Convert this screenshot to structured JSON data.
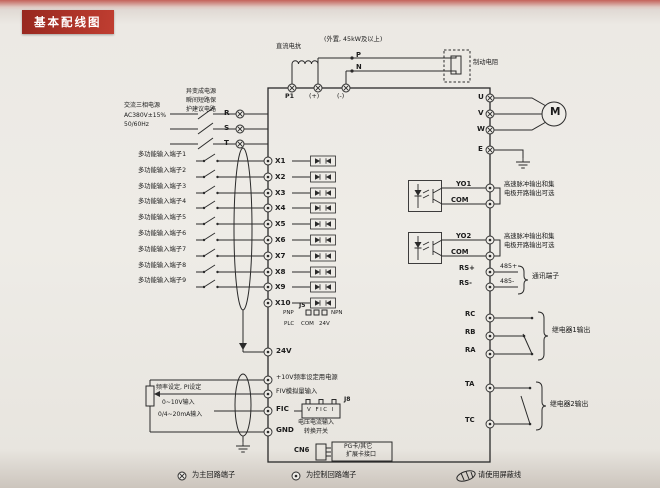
{
  "page": {
    "title": "基本配线图"
  },
  "top": {
    "dc_reactor": "直流电抗",
    "external_note": "(外置, 45kW及以上)",
    "p": "P",
    "n": "N",
    "p1": "P1",
    "plus": "(+)",
    "minus": "(-)",
    "braking_resistor": "制动电阻"
  },
  "power": {
    "protect_note": [
      "异变成电源",
      "瞬间短路保",
      "护建议电路"
    ],
    "supply": [
      "交流三相电源",
      "AC380V±15%",
      "50/60Hz"
    ],
    "r": "R",
    "s": "S",
    "t": "T"
  },
  "inputs": {
    "labels": [
      "多功能输入端子1",
      "多功能输入端子2",
      "多功能输入端子3",
      "多功能输入端子4",
      "多功能输入端子5",
      "多功能输入端子6",
      "多功能输入端子7",
      "多功能输入端子8",
      "多功能输入端子9"
    ],
    "terminals": [
      "X1",
      "X2",
      "X3",
      "X4",
      "X5",
      "X6",
      "X7",
      "X8",
      "X9",
      "X10"
    ],
    "j5": "J5",
    "pnp": "PNP",
    "npn": "NPN",
    "plc": "PLC",
    "com": "COM",
    "v24": "24V",
    "v24_terminal": "24V"
  },
  "analog": {
    "p10": "+10V频率设定用电源",
    "fiv": "FIV模拟量输入",
    "freq_set": "频率设定, PI设定",
    "range_v": "0~10V输入",
    "range_a": "0/4~20mA输入",
    "fic": "FIC",
    "j8": "J8",
    "j8_pins": "V FIC I",
    "gnd": "GND",
    "switch_note": [
      "电压电流输入",
      "转换开关"
    ],
    "cn6": "CN6",
    "pg_note": [
      "PG卡/其它",
      "扩展卡接口"
    ]
  },
  "outputs": {
    "u": "U",
    "v": "V",
    "w": "W",
    "e": "E",
    "motor": "M",
    "yo1": "YO1",
    "com1": "COM",
    "yo2": "YO2",
    "com2": "COM",
    "yo_desc": [
      "高速脉冲输出和集",
      "电极开路输出可选"
    ],
    "rs_plus": "RS+",
    "rs_plus_ext": "485+",
    "rs_minus": "RS-",
    "rs_minus_ext": "485-",
    "comm": "通讯端子",
    "rc": "RC",
    "rb": "RB",
    "ra": "RA",
    "relay1": "继电器1输出",
    "ta": "TA",
    "tc": "TC",
    "relay2": "继电器2输出"
  },
  "legend": {
    "main": "为主回路端子",
    "control": "为控制回路端子",
    "shield": "请使用屏蔽线"
  }
}
